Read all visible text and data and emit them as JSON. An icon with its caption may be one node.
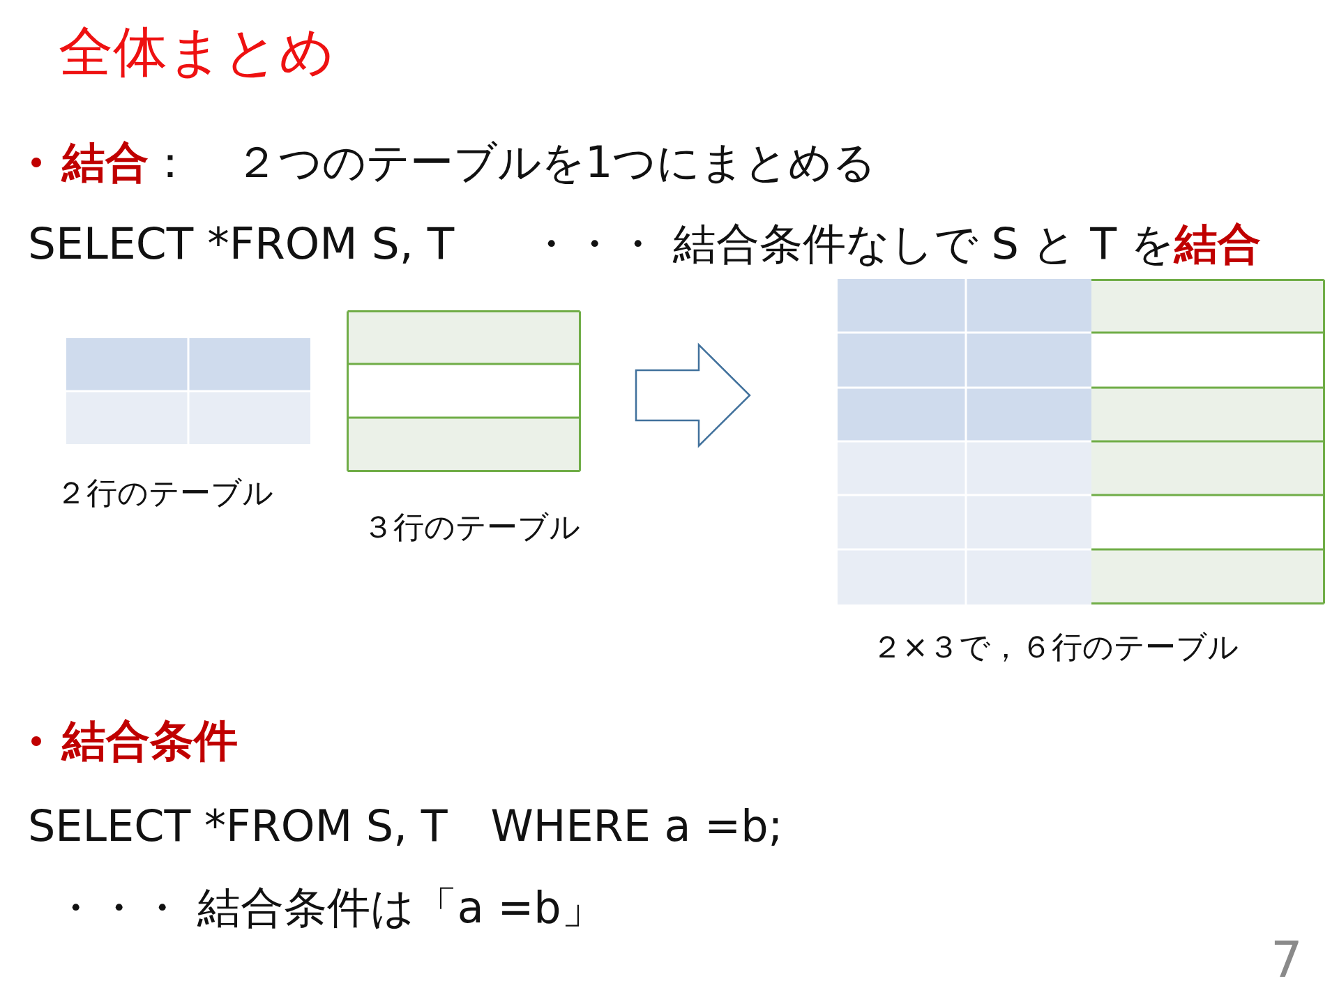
{
  "diagram": {
    "title": "全体まとめ",
    "nodes": [
      {
        "text": [],
        "shape": "table",
        "beside": [
          "２行のテーブル"
        ]
      },
      {
        "text": [],
        "shape": "table",
        "beside": [
          "３行のテーブル"
        ]
      },
      {
        "text": [],
        "shape": "table",
        "beside": [
          "２×３で，６行のテーブル"
        ]
      }
    ],
    "edges": [
      {
        "from": 1,
        "to": 2,
        "arrow": "to"
      }
    ],
    "labels": [
      "**結合**：　２つのテーブルを1つにまとめる",
      "SELECT *FROM S, T",
      "・・・ 結合条件なしで S と T を**結合**",
      "結合条件",
      "SELECT *FROM S, T　WHERE a =b;",
      "・・・ 結合条件は「a =b」",
      "7"
    ]
  }
}
